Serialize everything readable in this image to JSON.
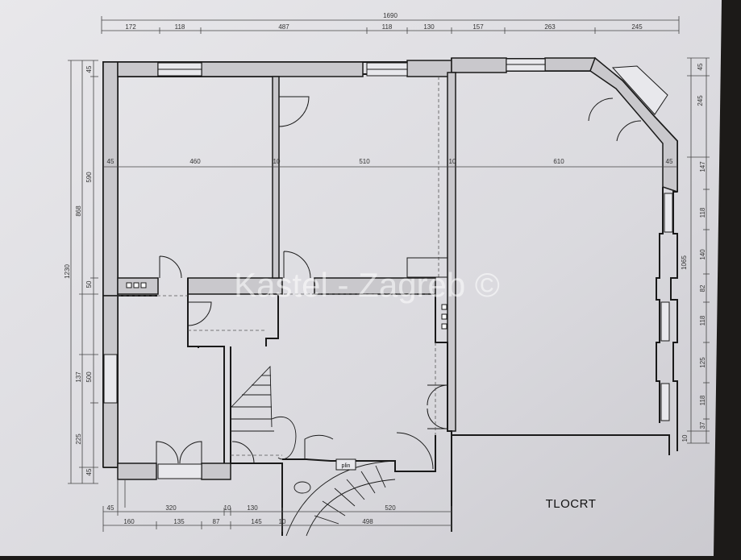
{
  "plan": {
    "title": "TLOCRT",
    "watermark": "Kastel - Zagreb ©",
    "label_plin": "plin"
  },
  "dims": {
    "top_total": "1690",
    "top_segments": [
      "172",
      "118",
      "487",
      "118",
      "130",
      "157",
      "263",
      "245"
    ],
    "left_total": "1230",
    "left_868": "868",
    "left_590": "590",
    "left_45_top": "45",
    "left_50": "50",
    "left_137": "137",
    "left_500": "500",
    "left_225": "225",
    "left_45_bottom": "45",
    "right_segments": [
      "45",
      "245",
      "147",
      "118",
      "140",
      "82",
      "118",
      "125",
      "118",
      "37",
      "10"
    ],
    "right_1065": "1065",
    "room_width_45_left": "45",
    "room_width_460": "460",
    "room_width_10_a": "10",
    "room_width_510": "510",
    "room_width_10_b": "10",
    "room_width_610": "610",
    "room_width_45_right": "45",
    "bottom_row1": [
      "45",
      "320",
      "10",
      "130",
      "520"
    ],
    "bottom_row2": [
      "160",
      "135",
      "87",
      "145",
      "10",
      "498"
    ]
  }
}
